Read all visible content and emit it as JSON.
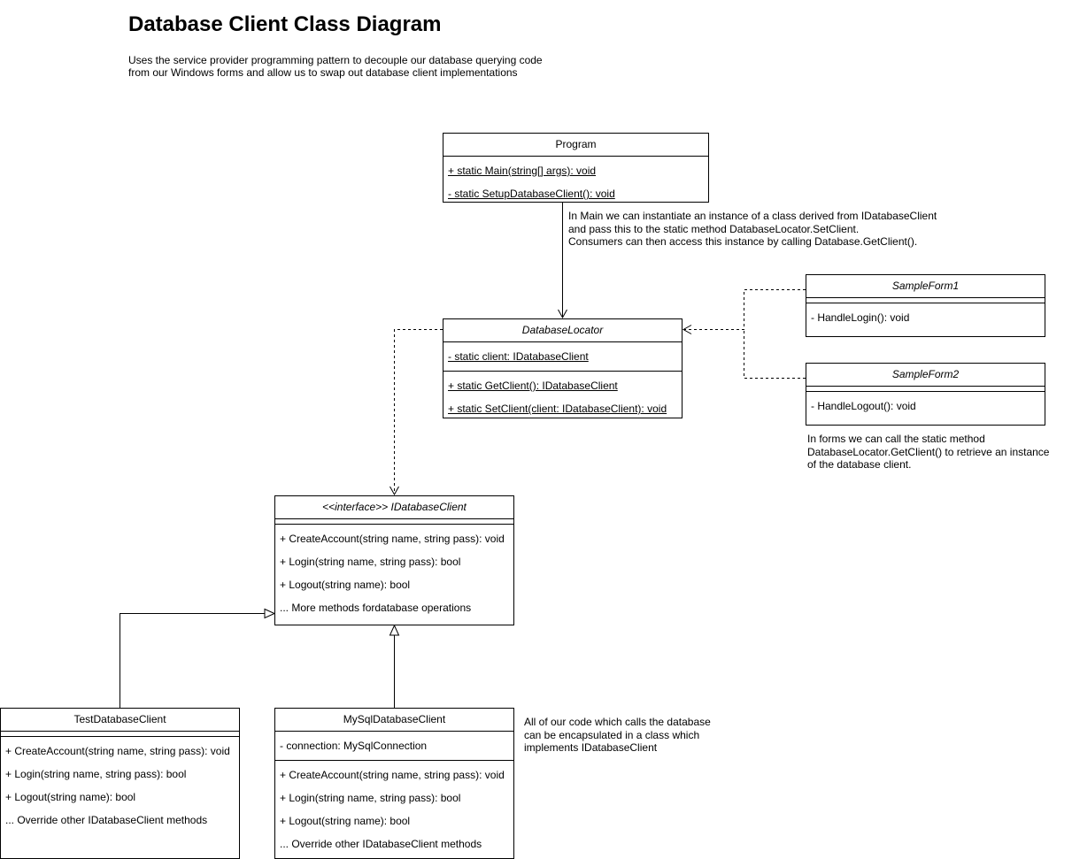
{
  "title": "Database Client Class Diagram",
  "subtitle": [
    "Uses the service provider programming pattern to decouple our database querying code",
    "from our Windows forms and allow us to swap out database client implementations"
  ],
  "classes": {
    "program": {
      "name": "Program",
      "methods": [
        "+ static Main(string[] args): void",
        "- static SetupDatabaseClient(): void"
      ]
    },
    "database_locator": {
      "name": "DatabaseLocator",
      "fields": [
        "- static client: IDatabaseClient"
      ],
      "methods": [
        "+ static GetClient(): IDatabaseClient",
        "+ static SetClient(client: IDatabaseClient): void"
      ]
    },
    "sample_form1": {
      "name": "SampleForm1",
      "methods": [
        "- HandleLogin(): void"
      ]
    },
    "sample_form2": {
      "name": "SampleForm2",
      "methods": [
        "- HandleLogout(): void"
      ]
    },
    "idatabase_client": {
      "stereotype": "<<interface>>",
      "name": "IDatabaseClient",
      "methods": [
        "+ CreateAccount(string name, string pass): void",
        "+ Login(string name, string pass): bool",
        "+ Logout(string name): bool",
        "... More methods fordatabase operations"
      ]
    },
    "test_database_client": {
      "name": "TestDatabaseClient",
      "methods": [
        "+ CreateAccount(string name, string pass): void",
        "+ Login(string name, string pass): bool",
        "+ Logout(string name): bool",
        "... Override other IDatabaseClient methods"
      ]
    },
    "mysql_database_client": {
      "name": "MySqlDatabaseClient",
      "fields": [
        "- connection: MySqlConnection"
      ],
      "methods": [
        "+ CreateAccount(string name, string pass): void",
        "+ Login(string name, string pass): bool",
        "+ Logout(string name): bool",
        "... Override other IDatabaseClient methods"
      ]
    }
  },
  "notes": {
    "main_note": [
      "In Main we can instantiate an instance of a class derived from IDatabaseClient",
      "and pass this to the static method DatabaseLocator.SetClient.",
      "Consumers can then access this instance by calling Database.GetClient()."
    ],
    "forms_note": [
      "In forms we can call the static method",
      "DatabaseLocator.GetClient() to retrieve an instance",
      "of the database client."
    ],
    "mysql_note": [
      "All of our code which calls the database",
      "can be encapsulated in a class which",
      "implements IDatabaseClient"
    ]
  }
}
